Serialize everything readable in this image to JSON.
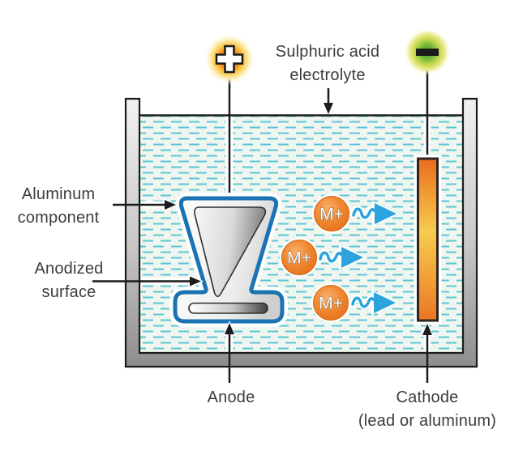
{
  "diagram": {
    "electrolyte_label": {
      "line1": "Sulphuric acid",
      "line2": "electrolyte"
    },
    "component_label": {
      "line1": "Aluminum",
      "line2": "component"
    },
    "anodized_label": {
      "line1": "Anodized",
      "line2": "surface"
    },
    "anode_label": "Anode",
    "cathode_label": {
      "line1": "Cathode",
      "line2": "(lead or aluminum)"
    },
    "ions": [
      {
        "label": "M+"
      },
      {
        "label": "M+"
      },
      {
        "label": "M+"
      }
    ],
    "icons": {
      "positive_terminal": "plus-icon",
      "negative_terminal": "minus-icon"
    },
    "colors": {
      "text": "#3c3c3c",
      "component_outline_blue": "#1a73b2",
      "electrolyte_dash_cyan": "#5ec5d6",
      "electrolyte_background": "#eef6ef",
      "ion_orange": "#ea741e",
      "arrow_blue": "#2ba4de",
      "cathode_orange": "#e96d1e",
      "cathode_yellow": "#f8cc4e",
      "positive_glow_orange": "#f26f1d",
      "negative_glow_green": "#47982e",
      "tank_gray": "#999999",
      "line_black": "#1c1c1c"
    }
  }
}
